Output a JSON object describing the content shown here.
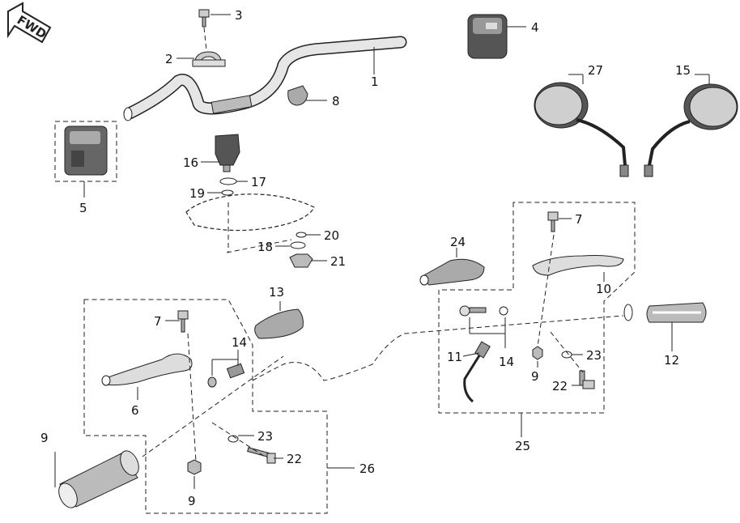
{
  "fwd_badge": "FWD",
  "callouts": {
    "c1": "1",
    "c2": "2",
    "c3": "3",
    "c4": "4",
    "c5": "5",
    "c7a": "7",
    "c7b": "7",
    "c8": "8",
    "c9a": "9",
    "c9b": "9",
    "c9c": "9",
    "c10": "10",
    "c11": "11",
    "c12": "12",
    "c13": "13",
    "c14a": "14",
    "c14b": "14",
    "c15": "15",
    "c16": "16",
    "c17": "17",
    "c18": "18",
    "c19": "19",
    "c20": "20",
    "c21": "21",
    "c22a": "22",
    "c22b": "22",
    "c23a": "23",
    "c23b": "23",
    "c24": "24",
    "c25": "25",
    "c26": "26",
    "c27": "27"
  },
  "colors": {
    "line": "#222222",
    "part_fill": "#d9d9d9",
    "part_dark": "#8a8a8a",
    "mirror_glass": "#cfcfcf"
  }
}
